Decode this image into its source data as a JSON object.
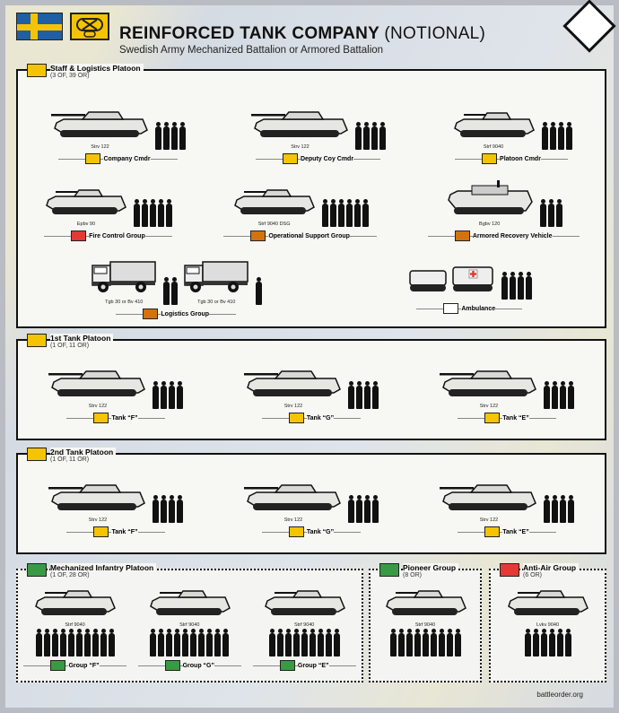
{
  "header": {
    "title": "REINFORCED TANK COMPANY",
    "title_suffix": "(NOTIONAL)",
    "subtitle": "Swedish Army Mechanized Battalion or Armored Battalion"
  },
  "colors": {
    "armor": "#f5c400",
    "infantry": "#3a9a43",
    "fire": "#e53935",
    "support": "#d2730f",
    "medical": "#ffffff"
  },
  "sections": [
    {
      "id": "staff",
      "title": "Staff & Logistics Platoon",
      "strength": "(3 OF, 39 OR)",
      "color": "#f5c400",
      "rows": [
        [
          {
            "label": "Company Cmdr",
            "color": "#f5c400",
            "vehicles": [
              {
                "model": "Strv 122",
                "type": "tank",
                "crew": 4
              }
            ]
          },
          {
            "label": "Deputy Coy Cmdr",
            "color": "#f5c400",
            "vehicles": [
              {
                "model": "Strv 122",
                "type": "tank",
                "crew": 4
              }
            ]
          },
          {
            "label": "Platoon Cmdr",
            "color": "#f5c400",
            "vehicles": [
              {
                "model": "Strf 9040",
                "type": "ifv",
                "crew": 4
              }
            ]
          }
        ],
        [
          {
            "label": "Fire Control Group",
            "color": "#e53935",
            "vehicles": [
              {
                "model": "Epbv 90",
                "type": "ifv",
                "crew": 5
              }
            ]
          },
          {
            "label": "Operational Support Group",
            "color": "#d2730f",
            "vehicles": [
              {
                "model": "Strf 9040 DSG",
                "type": "ifv",
                "crew": 6
              }
            ]
          },
          {
            "label": "Armored Recovery Vehicle",
            "color": "#d2730f",
            "vehicles": [
              {
                "model": "Bgbv 120",
                "type": "arv",
                "crew": 3
              }
            ]
          }
        ],
        [
          {
            "label": "Logistics Group",
            "color": "#d2730f",
            "vehicles": [
              {
                "model": "Tgb 30 or Bv 410",
                "type": "truck",
                "crew": 2
              },
              {
                "model": "Tgb 30 or Bv 410",
                "type": "truck",
                "crew": 1
              }
            ]
          },
          {
            "label": "Ambulance",
            "color": "#ffffff",
            "vehicles": [
              {
                "model": "",
                "type": "bv",
                "crew": 4
              }
            ]
          }
        ]
      ]
    },
    {
      "id": "tank1",
      "title": "1st Tank Platoon",
      "strength": "(1 OF, 11 OR)",
      "color": "#f5c400",
      "rows": [
        [
          {
            "label": "Tank “F”",
            "color": "#f5c400",
            "vehicles": [
              {
                "model": "Strv 122",
                "type": "tank",
                "crew": 4
              }
            ]
          },
          {
            "label": "Tank “G”",
            "color": "#f5c400",
            "vehicles": [
              {
                "model": "Strv 122",
                "type": "tank",
                "crew": 4
              }
            ]
          },
          {
            "label": "Tank “E”",
            "color": "#f5c400",
            "vehicles": [
              {
                "model": "Strv 122",
                "type": "tank",
                "crew": 4
              }
            ]
          }
        ]
      ]
    },
    {
      "id": "tank2",
      "title": "2nd Tank Platoon",
      "strength": "(1 OF, 11 OR)",
      "color": "#f5c400",
      "rows": [
        [
          {
            "label": "Tank “F”",
            "color": "#f5c400",
            "vehicles": [
              {
                "model": "Strv 122",
                "type": "tank",
                "crew": 4
              }
            ]
          },
          {
            "label": "Tank “G”",
            "color": "#f5c400",
            "vehicles": [
              {
                "model": "Strv 122",
                "type": "tank",
                "crew": 4
              }
            ]
          },
          {
            "label": "Tank “E”",
            "color": "#f5c400",
            "vehicles": [
              {
                "model": "Strv 122",
                "type": "tank",
                "crew": 4
              }
            ]
          }
        ]
      ]
    },
    {
      "id": "mech",
      "title": "Mechanized Infantry Platoon",
      "strength": "(1 OF, 28 OR)",
      "color": "#3a9a43",
      "rows": [
        [
          {
            "label": "Group “F”",
            "color": "#3a9a43",
            "vehicles": [
              {
                "model": "Strf 9040",
                "type": "ifv",
                "crew": 10,
                "below": true
              }
            ]
          },
          {
            "label": "Group “G”",
            "color": "#3a9a43",
            "vehicles": [
              {
                "model": "Strf 9040",
                "type": "ifv",
                "crew": 10,
                "below": true
              }
            ]
          },
          {
            "label": "Group “E”",
            "color": "#3a9a43",
            "vehicles": [
              {
                "model": "Strf 9040",
                "type": "ifv",
                "crew": 9,
                "below": true
              }
            ]
          }
        ]
      ]
    },
    {
      "id": "pioneer",
      "title": "Pioneer Group",
      "strength": "(8 OR)",
      "color": "#3a9a43",
      "rows": [
        [
          {
            "label": "",
            "color": "",
            "vehicles": [
              {
                "model": "Strf 9040",
                "type": "ifv",
                "crew": 9,
                "below": true
              }
            ]
          }
        ]
      ]
    },
    {
      "id": "aa",
      "title": "Anti-Air Group",
      "strength": "(6 OR)",
      "color": "#e53935",
      "rows": [
        [
          {
            "label": "",
            "color": "",
            "vehicles": [
              {
                "model": "Lvkv 9040",
                "type": "ifv",
                "crew": 6,
                "below": true
              }
            ]
          }
        ]
      ]
    }
  ],
  "footer": {
    "source": "battleorder.org"
  }
}
